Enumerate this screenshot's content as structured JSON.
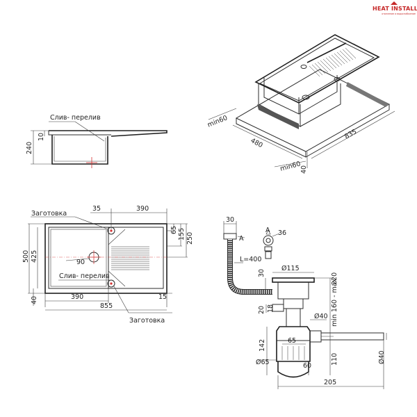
{
  "logo": {
    "brand": "HEAT INSTALL",
    "tagline": "отопление и водоснабжение"
  },
  "section_view": {
    "label_drain": "Слив- перелив",
    "dim_height": "240",
    "dim_rim": "10"
  },
  "iso_view": {
    "dim_width": "835",
    "dim_depth": "480",
    "dim_min_left": "min60",
    "dim_min_bottom": "min60",
    "dim_edge": "40"
  },
  "plan_view": {
    "label_blank_top": "Заготовка",
    "label_blank_bottom": "Заготовка",
    "label_drain": "Слив- перелив",
    "dim_35": "35",
    "dim_390_top": "390",
    "dim_65": "65",
    "dim_155": "155",
    "dim_250": "250",
    "dim_500": "500",
    "dim_425": "425",
    "dim_40": "40",
    "dim_90": "90",
    "dim_390_bottom": "390",
    "dim_855": "855",
    "dim_15": "15"
  },
  "siphon_view": {
    "dim_30": "30",
    "dim_A": "A",
    "detail_A": "A",
    "dim_36": "36",
    "dim_L": "L=400",
    "dim_115": "Ø115",
    "dim_30_side": "30",
    "dim_220": "220",
    "dim_20": "20",
    "dim_18": "18",
    "dim_d40_top": "Ø40",
    "dim_range": "min 160 - max",
    "dim_65": "65",
    "dim_142": "142",
    "dim_110": "110",
    "dim_d40_side": "Ø40",
    "dim_d65": "Ø65",
    "dim_60": "60",
    "dim_205": "205"
  }
}
